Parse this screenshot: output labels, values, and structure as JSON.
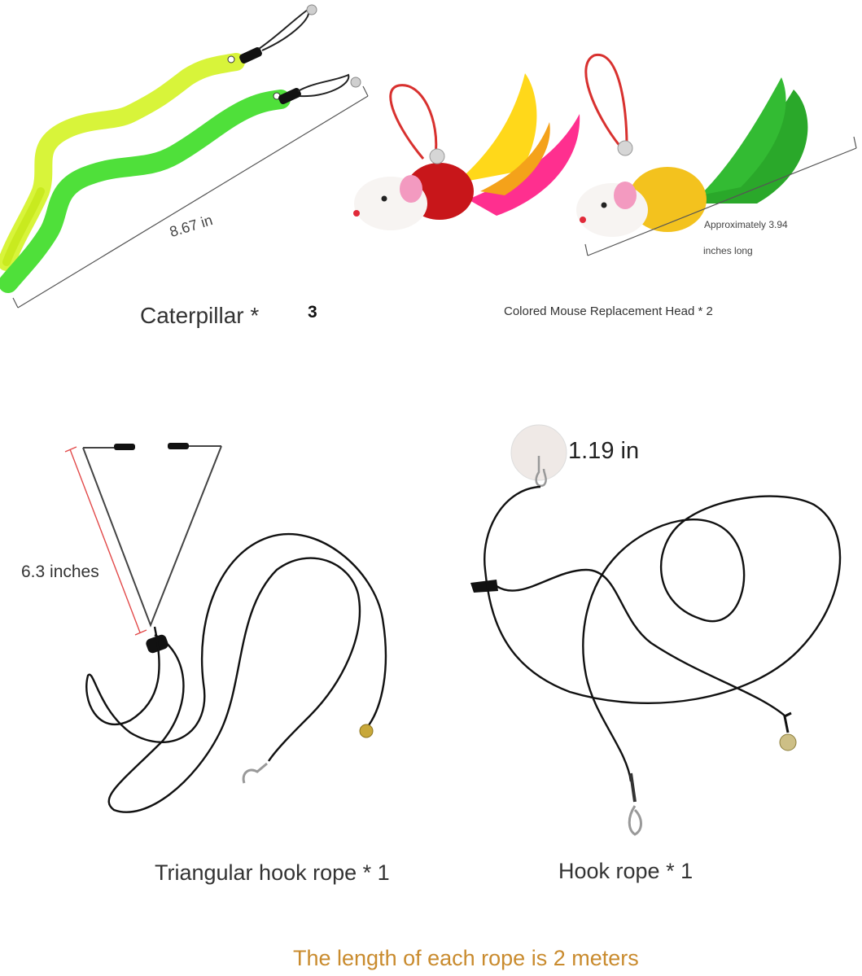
{
  "caterpillar": {
    "label": "Caterpillar *",
    "count": "3",
    "length": "8.67 in"
  },
  "mouse": {
    "label": "Colored Mouse Replacement Head * 2",
    "length_line1": "Approximately 3.94",
    "length_line2": "inches long"
  },
  "triangular_rope": {
    "label": "Triangular hook rope * 1",
    "length": "6.3 inches"
  },
  "hook_rope": {
    "label": "Hook rope * 1",
    "suction_size": "1.19 in"
  },
  "footer": {
    "note": "The length of each rope is 2 meters"
  },
  "colors": {
    "caterpillar_yellow": "#d8f43a",
    "caterpillar_green": "#4fe03a",
    "feather_pink": "#ff2f8f",
    "feather_yellow": "#ffd81a",
    "feather_green": "#2aa82a",
    "mouse_red_body": "#c8161a",
    "mouse_yellow_body": "#f3c21e",
    "rope_black": "#111111",
    "loop_red": "#d8312f",
    "measure_red": "#e24a4a",
    "footer_orange": "#c98b2e"
  }
}
